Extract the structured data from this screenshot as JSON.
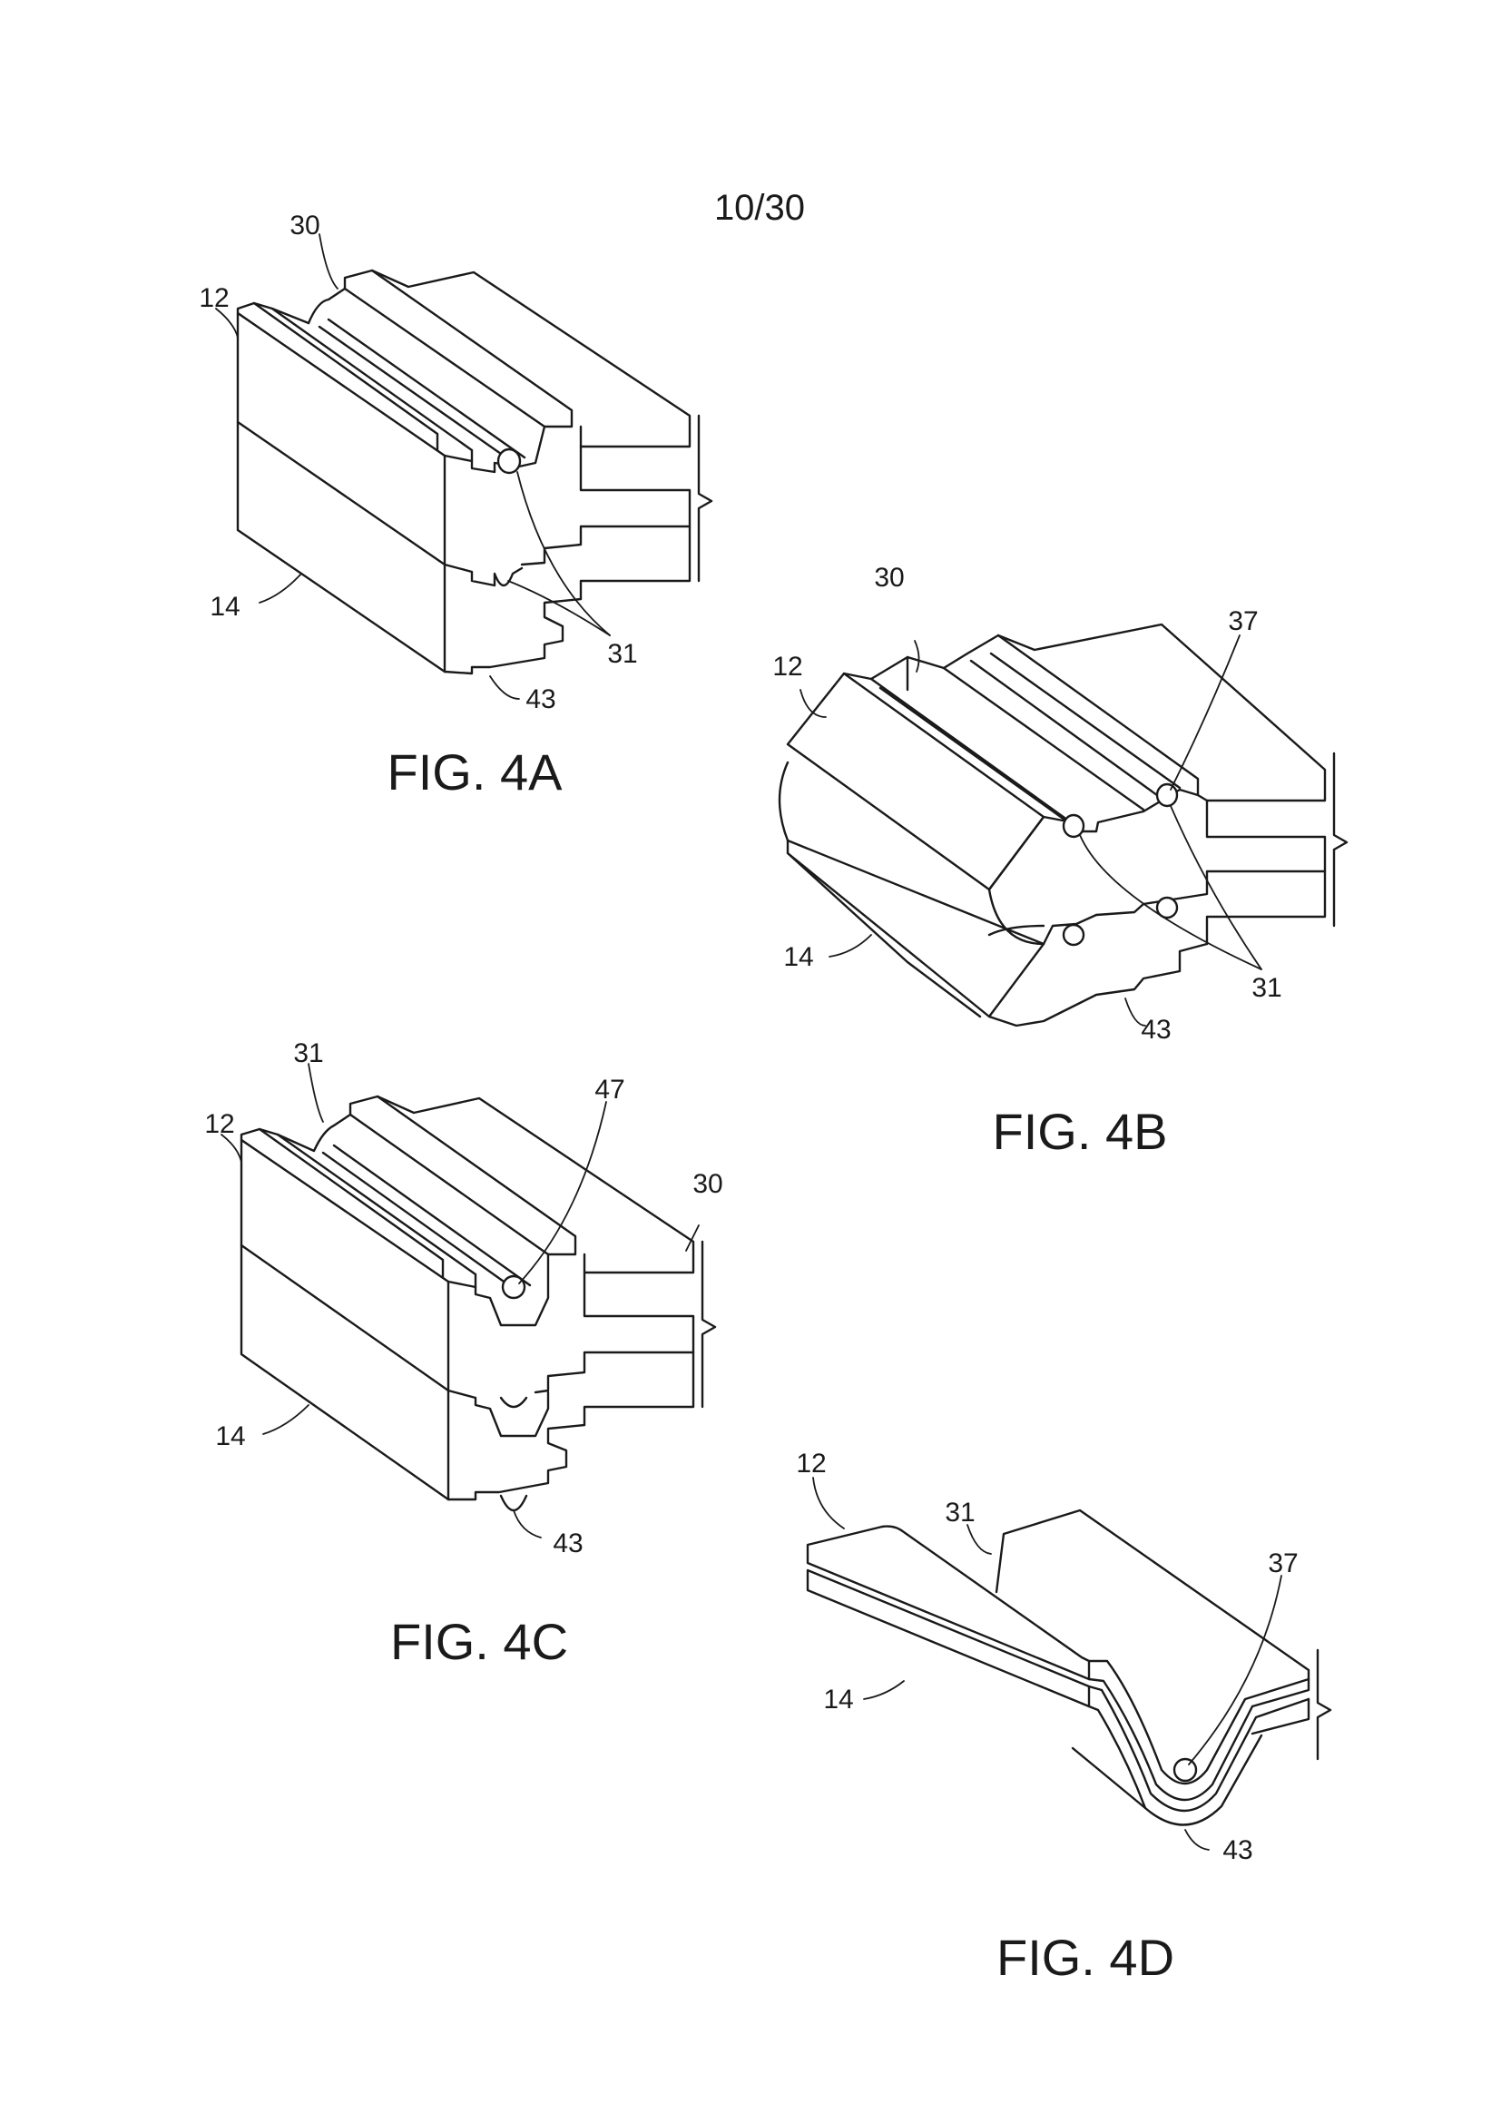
{
  "page_number": "10/30",
  "figures": [
    {
      "caption": "FIG. 4A",
      "labels": [
        "30",
        "12",
        "14",
        "31",
        "43"
      ]
    },
    {
      "caption": "FIG. 4B",
      "labels": [
        "30",
        "37",
        "12",
        "14",
        "31",
        "43"
      ]
    },
    {
      "caption": "FIG. 4C",
      "labels": [
        "31",
        "47",
        "12",
        "30",
        "14",
        "43"
      ]
    },
    {
      "caption": "FIG. 4D",
      "labels": [
        "12",
        "31",
        "37",
        "14",
        "43"
      ]
    }
  ]
}
